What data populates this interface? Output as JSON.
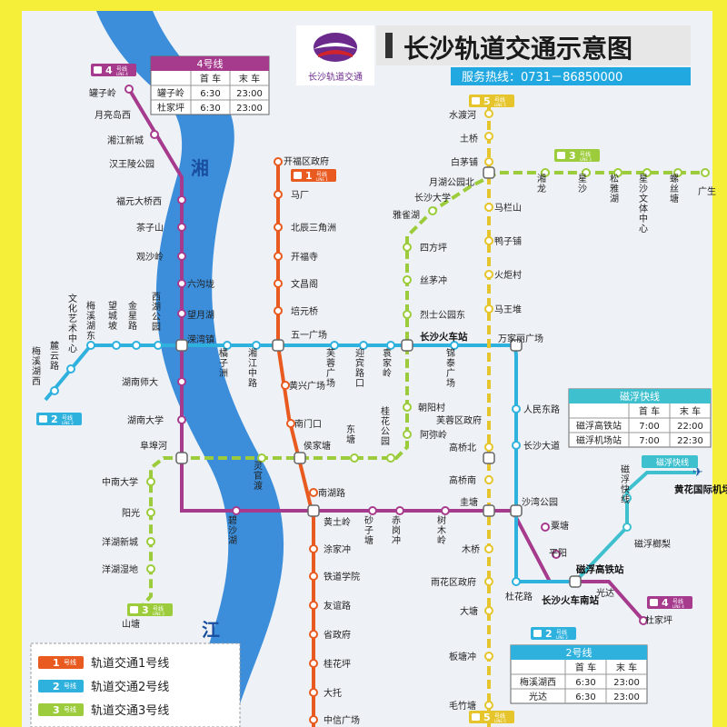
{
  "header": {
    "title": "长沙轨道交通示意图",
    "hotline": "服务热线：0731－86850000",
    "logo_text": "长沙轨道交通"
  },
  "river": {
    "char1": "湘",
    "char2": "江"
  },
  "colors": {
    "line1": "#e85a1f",
    "line2": "#2fb1de",
    "line3": "#9ccc3b",
    "line4": "#a63b8e",
    "line5": "#e5c52b",
    "maglev": "#3ec0cf",
    "river": "#3c8edb",
    "background": "#f5ef3a",
    "map_bg": "#eef2f6"
  },
  "lines": {
    "l1": {
      "badge": "1",
      "caption": "号线",
      "sub": "LINE 1",
      "stations": [
        "开福区政府",
        "马厂",
        "北辰三角洲",
        "开福寺",
        "文昌阁",
        "培元桥",
        "五一广场",
        "黄兴广场",
        "南门口",
        "侯家塘",
        "南湖路",
        "黄土岭",
        "涂家冲",
        "铁道学院",
        "友谊路",
        "省政府",
        "桂花坪",
        "大托",
        "中信广场"
      ]
    },
    "l2": {
      "badge": "2",
      "caption": "号线",
      "sub": "LINE 2",
      "stations": [
        "梅溪湖西",
        "麓云路",
        "文化艺术中心",
        "梅溪湖东",
        "望城坡",
        "金星路",
        "西湖公园",
        "溁湾镇",
        "橘子洲",
        "湘江中路",
        "五一广场",
        "芙蓉广场",
        "迎宾路口",
        "袁家岭",
        "长沙火车站",
        "锦泰广场",
        "万家丽广场",
        "人民东路",
        "长沙大道",
        "沙湾公园",
        "杜花路",
        "长沙火车南站",
        "光达"
      ]
    },
    "l3": {
      "badge": "3",
      "caption": "号线",
      "sub": "LINE 3",
      "stations": [
        "山塘",
        "洋湖湿地",
        "洋湖新城",
        "阳光",
        "中南大学",
        "阜埠河",
        "灵官渡",
        "侯家塘",
        "东塘",
        "桂花公园",
        "阿弥岭",
        "芙蓉区政府",
        "朝阳村",
        "长沙火车站",
        "烈士公园东",
        "丝茅冲",
        "四方坪",
        "雅雀湖",
        "月湖公园北",
        "湘龙",
        "星沙",
        "松雅湖",
        "星沙文体中心",
        "螺丝塘",
        "广生"
      ]
    },
    "l4": {
      "badge": "4",
      "caption": "号线",
      "sub": "LINE 4",
      "stations": [
        "罐子岭",
        "月亮岛西",
        "湘江新城",
        "汉王陵公园",
        "福元大桥西",
        "茶子山",
        "观沙岭",
        "六沟垅",
        "望月湖",
        "溁湾镇",
        "湖南师大",
        "湖南大学",
        "阜埠河",
        "碧沙湖",
        "黄土岭",
        "砂子塘",
        "赤岗冲",
        "树木岭",
        "圭塘",
        "粟塘",
        "平阳",
        "光达",
        "杜家坪"
      ]
    },
    "l5": {
      "badge": "5",
      "caption": "号线",
      "sub": "LINE 5",
      "stations": [
        "水渡河",
        "土桥",
        "白茅铺",
        "长沙大学",
        "马栏山",
        "鸭子铺",
        "火炬村",
        "马王堆",
        "高桥北",
        "高桥南",
        "圭塘",
        "木桥",
        "雨花区政府",
        "大塘",
        "板塘冲",
        "毛竹塘"
      ]
    },
    "maglev": {
      "name": "磁浮快线",
      "stations": [
        "磁浮高铁站",
        "磁浮快线",
        "磁浮榔梨",
        "黄花国际机场"
      ]
    }
  },
  "timetables": {
    "l4": {
      "title": "4号线",
      "headers": [
        "",
        "首 车",
        "末 车"
      ],
      "rows": [
        [
          "罐子岭",
          "6:30",
          "23:00"
        ],
        [
          "杜家坪",
          "6:30",
          "23:00"
        ]
      ]
    },
    "maglev": {
      "title": "磁浮快线",
      "headers": [
        "",
        "首 车",
        "末 车"
      ],
      "rows": [
        [
          "磁浮高铁站",
          "7:00",
          "22:00"
        ],
        [
          "磁浮机场站",
          "7:00",
          "22:30"
        ]
      ]
    },
    "l2": {
      "title": "2号线",
      "headers": [
        "",
        "首 车",
        "末 车"
      ],
      "rows": [
        [
          "梅溪湖西",
          "6:30",
          "23:00"
        ],
        [
          "光达",
          "6:30",
          "23:00"
        ]
      ]
    }
  },
  "legend": [
    {
      "badge": "1",
      "text": "轨道交通1号线"
    },
    {
      "badge": "2",
      "text": "轨道交通2号线"
    },
    {
      "badge": "3",
      "text": "轨道交通3号线"
    }
  ],
  "badge_caption": "号线",
  "badge_sub_prefix": "LINE"
}
